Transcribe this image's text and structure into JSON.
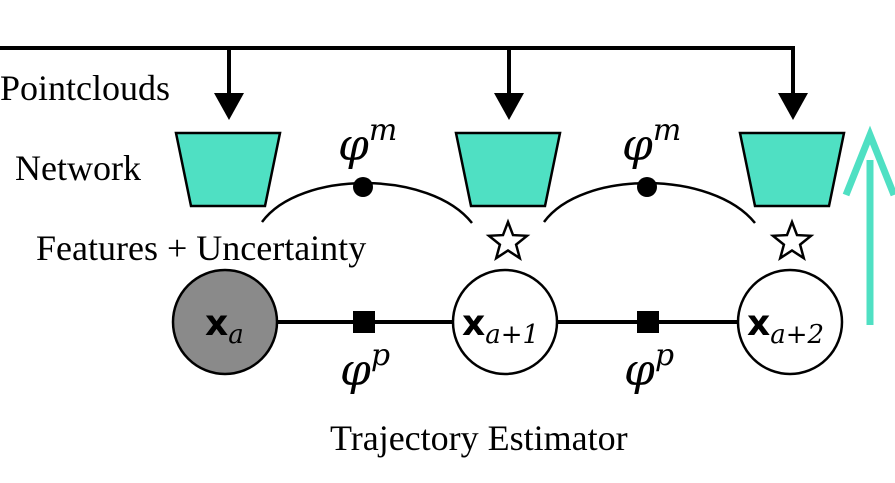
{
  "labels": {
    "pointclouds": "Pointclouds",
    "network": "Network",
    "features": "Features + Uncertainty",
    "trajectory": "Trajectory Estimator"
  },
  "factors": {
    "measurement": {
      "symbol": "φ",
      "superscript": "m"
    },
    "prior": {
      "symbol": "φ",
      "superscript": "p"
    }
  },
  "nodes": [
    {
      "symbol": "x",
      "subscript": "a",
      "state": "fixed"
    },
    {
      "symbol": "x",
      "subscript": "a+1",
      "state": "free"
    },
    {
      "symbol": "x",
      "subscript": "a+2",
      "state": "free"
    }
  ],
  "colors": {
    "network": "#4fe0c3",
    "fixed_node": "#8a8a8a",
    "free_node": "#ffffff",
    "arrow": "#4fe0c3",
    "line": "#000000"
  },
  "icons": {
    "feature": "star-icon",
    "factor_m": "circle-factor-icon",
    "factor_p": "square-factor-icon"
  }
}
